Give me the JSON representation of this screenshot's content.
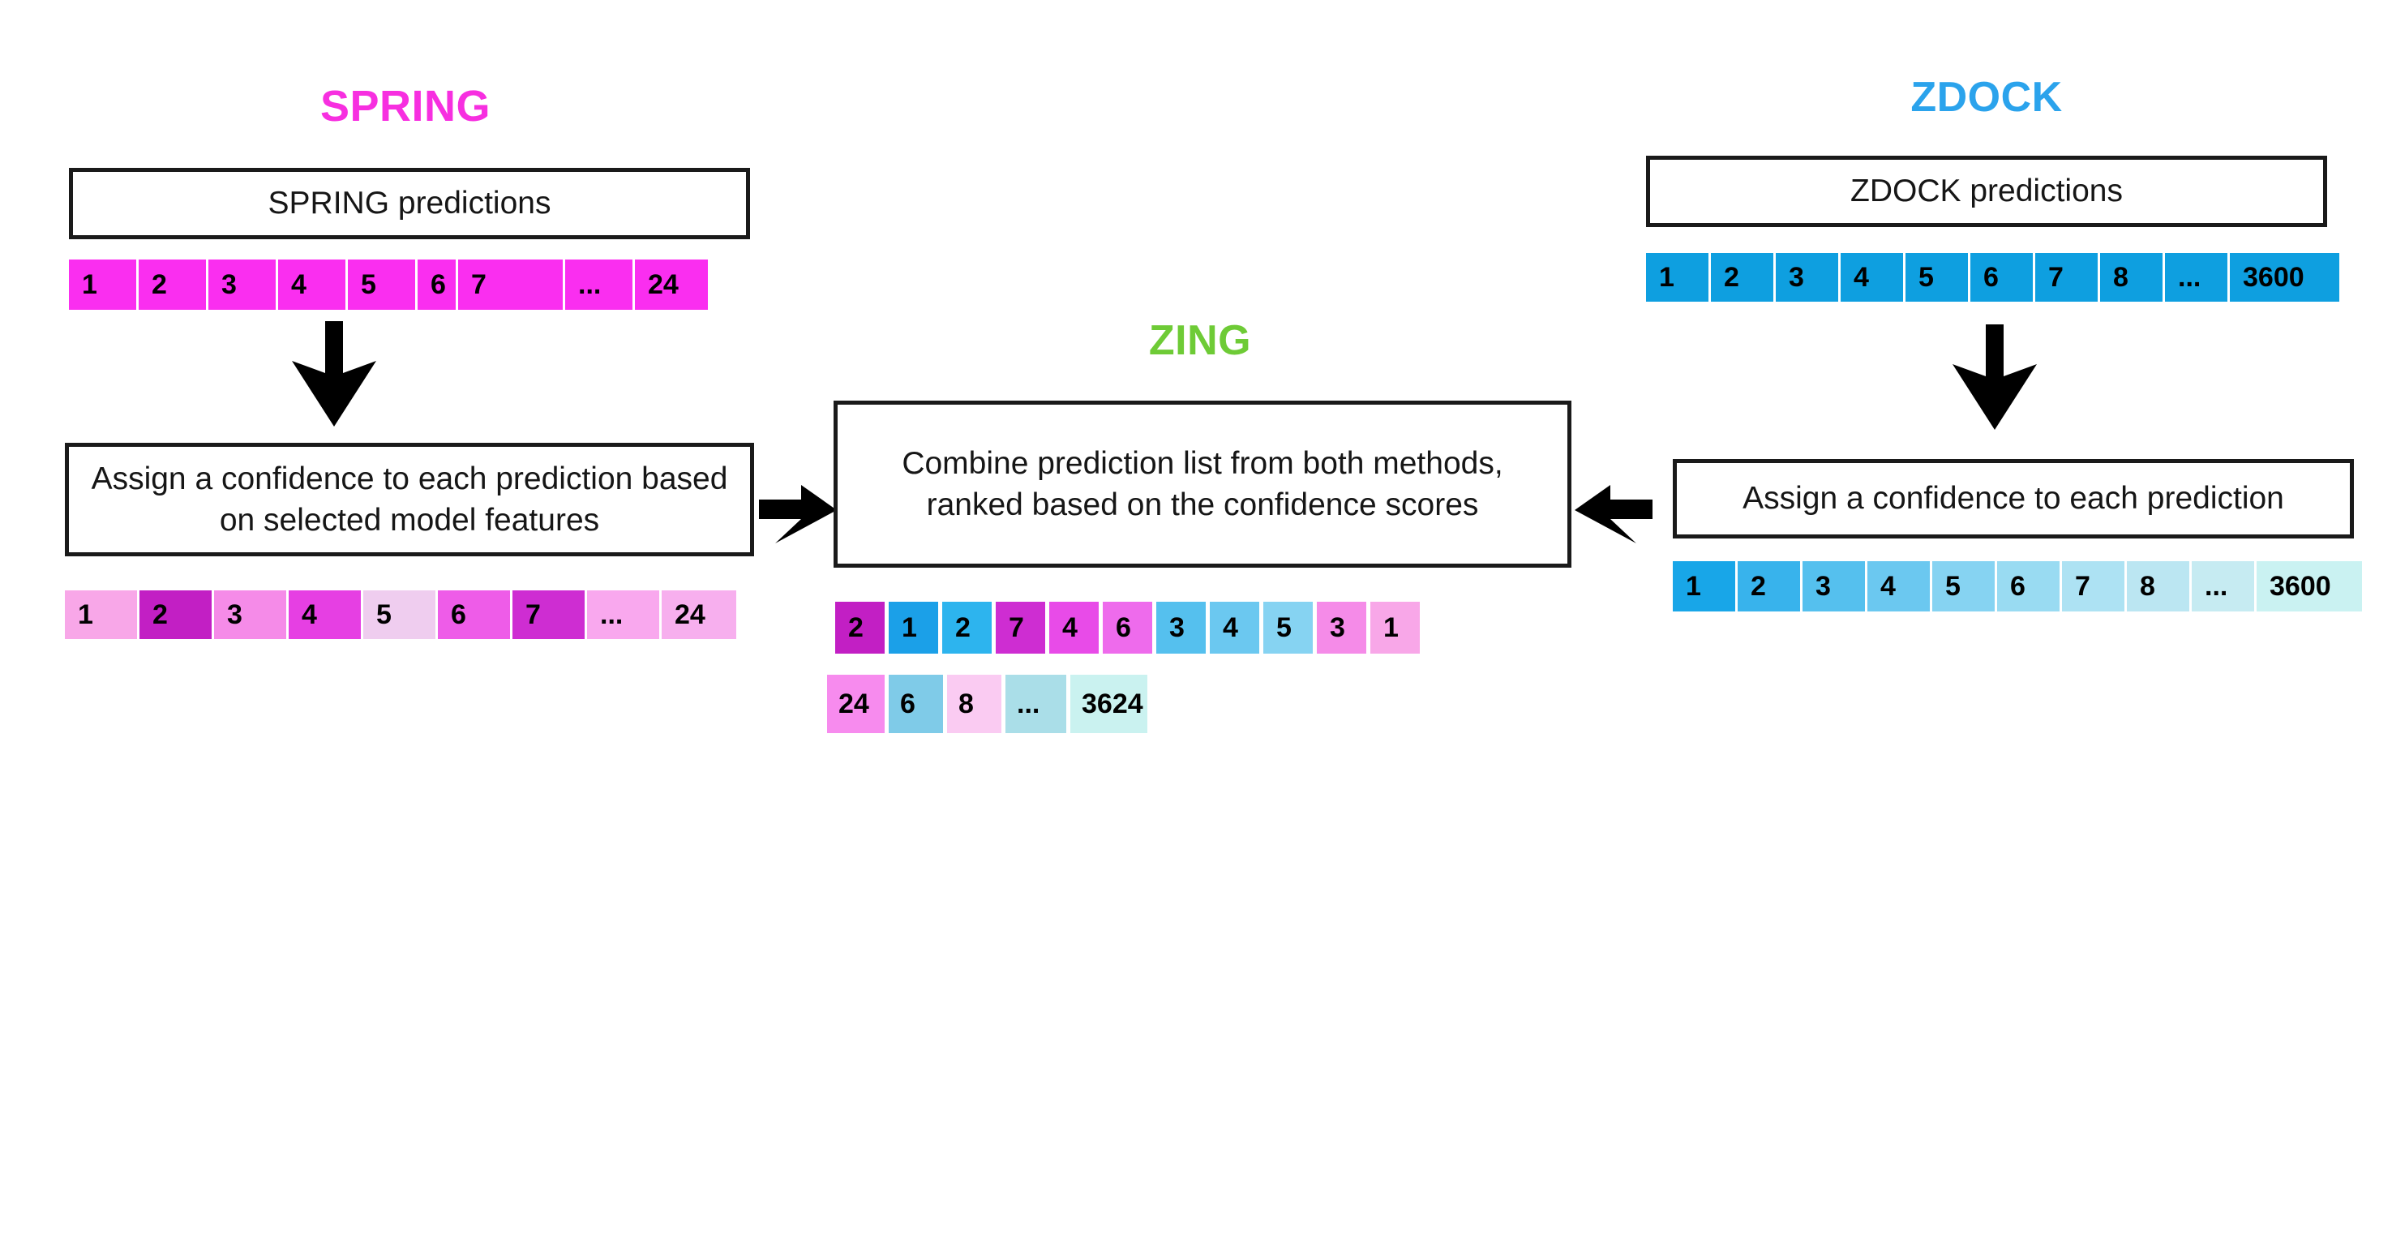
{
  "diagram": {
    "title_spring": "SPRING",
    "title_zdock": "ZDOCK",
    "title_zing": "ZING",
    "colors": {
      "spring_accent": "#F72FE0",
      "zdock_accent": "#2BA3EC",
      "zing_accent": "#6ECB36",
      "spring_cell": "#FA2EF0",
      "zdock_cell": "#0E9FE0",
      "box_border": "#1a1a1a",
      "arrow": "#000000"
    }
  },
  "spring": {
    "predictions_box_label": "SPRING predictions",
    "confidence_box_label": "Assign a confidence to each prediction based on selected model features",
    "predictions_cells": [
      {
        "label": "1",
        "color": "#FA2EF0",
        "width": 86
      },
      {
        "label": "2",
        "color": "#FA2EF0",
        "width": 86
      },
      {
        "label": "3",
        "color": "#FA2EF0",
        "width": 86
      },
      {
        "label": "4",
        "color": "#FA2EF0",
        "width": 86
      },
      {
        "label": "5",
        "color": "#FA2EF0",
        "width": 86
      },
      {
        "label": "6",
        "color": "#FA2EF0",
        "width": 50
      },
      {
        "label": "7",
        "color": "#FA2EF0",
        "width": 132
      },
      {
        "label": "...",
        "color": "#FA2EF0",
        "width": 86
      },
      {
        "label": "24",
        "color": "#FA2EF0",
        "width": 90
      }
    ],
    "confidence_cells": [
      {
        "label": "1",
        "color": "#F8A7E8",
        "width": 92
      },
      {
        "label": "2",
        "color": "#C21FC4",
        "width": 92
      },
      {
        "label": "3",
        "color": "#F58BE8",
        "width": 92
      },
      {
        "label": "4",
        "color": "#E63FE3",
        "width": 92
      },
      {
        "label": "5",
        "color": "#EFCDEF",
        "width": 92
      },
      {
        "label": "6",
        "color": "#EE5CE8",
        "width": 92
      },
      {
        "label": "7",
        "color": "#CE2DD2",
        "width": 92
      },
      {
        "label": "...",
        "color": "#F9A8EE",
        "width": 92
      },
      {
        "label": "24",
        "color": "#F7AFEE",
        "width": 92
      }
    ]
  },
  "zdock": {
    "predictions_box_label": "ZDOCK predictions",
    "confidence_box_label": "Assign a confidence to each prediction",
    "predictions_cells": [
      {
        "label": "1",
        "color": "#0E9FE0",
        "width": 80
      },
      {
        "label": "2",
        "color": "#0E9FE0",
        "width": 80
      },
      {
        "label": "3",
        "color": "#0E9FE0",
        "width": 80
      },
      {
        "label": "4",
        "color": "#0E9FE0",
        "width": 80
      },
      {
        "label": "5",
        "color": "#0E9FE0",
        "width": 80
      },
      {
        "label": "6",
        "color": "#0E9FE0",
        "width": 80
      },
      {
        "label": "7",
        "color": "#0E9FE0",
        "width": 80
      },
      {
        "label": "8",
        "color": "#0E9FE0",
        "width": 80
      },
      {
        "label": "...",
        "color": "#0E9FE0",
        "width": 80
      },
      {
        "label": "3600",
        "color": "#0E9FE0",
        "width": 135
      }
    ],
    "confidence_cells": [
      {
        "label": "1",
        "color": "#18A6E8",
        "width": 80
      },
      {
        "label": "2",
        "color": "#38B3EC",
        "width": 80
      },
      {
        "label": "3",
        "color": "#55C0EE",
        "width": 80
      },
      {
        "label": "4",
        "color": "#6BC8F0",
        "width": 80
      },
      {
        "label": "5",
        "color": "#86D3F2",
        "width": 80
      },
      {
        "label": "6",
        "color": "#99DBF2",
        "width": 80
      },
      {
        "label": "7",
        "color": "#ADE2F3",
        "width": 80
      },
      {
        "label": "8",
        "color": "#BBE6F2",
        "width": 80
      },
      {
        "label": "...",
        "color": "#C6EBF2",
        "width": 80
      },
      {
        "label": "3600",
        "color": "#CAF2F2",
        "width": 130
      }
    ]
  },
  "zing": {
    "box_label": "Combine prediction list from both methods, ranked based on the confidence scores",
    "combined_row_1": [
      {
        "label": "2",
        "color": "#C21FC4",
        "width": 66
      },
      {
        "label": "1",
        "color": "#1BA0E8",
        "width": 66
      },
      {
        "label": "2",
        "color": "#2DB4EE",
        "width": 66
      },
      {
        "label": "7",
        "color": "#CE2DD2",
        "width": 66
      },
      {
        "label": "4",
        "color": "#E84BE8",
        "width": 66
      },
      {
        "label": "6",
        "color": "#EE6BEC",
        "width": 66
      },
      {
        "label": "3",
        "color": "#55C0EE",
        "width": 66
      },
      {
        "label": "4",
        "color": "#6BC8F0",
        "width": 66
      },
      {
        "label": "5",
        "color": "#86D3F2",
        "width": 66
      },
      {
        "label": "3",
        "color": "#F58BE8",
        "width": 66
      },
      {
        "label": "1",
        "color": "#F8A7E8",
        "width": 66
      }
    ],
    "combined_row_2": [
      {
        "label": "24",
        "color": "#F78BEE",
        "width": 76
      },
      {
        "label": "6",
        "color": "#7FCBE8",
        "width": 72
      },
      {
        "label": "8",
        "color": "#FACBF2",
        "width": 72
      },
      {
        "label": "...",
        "color": "#AADEE8",
        "width": 80
      },
      {
        "label": "3624",
        "color": "#CAF2F0",
        "width": 100
      }
    ]
  },
  "arrows": {
    "spring_down": "arrow-down",
    "zdock_down": "arrow-down",
    "spring_to_zing": "arrow-right",
    "zdock_to_zing": "arrow-left"
  }
}
